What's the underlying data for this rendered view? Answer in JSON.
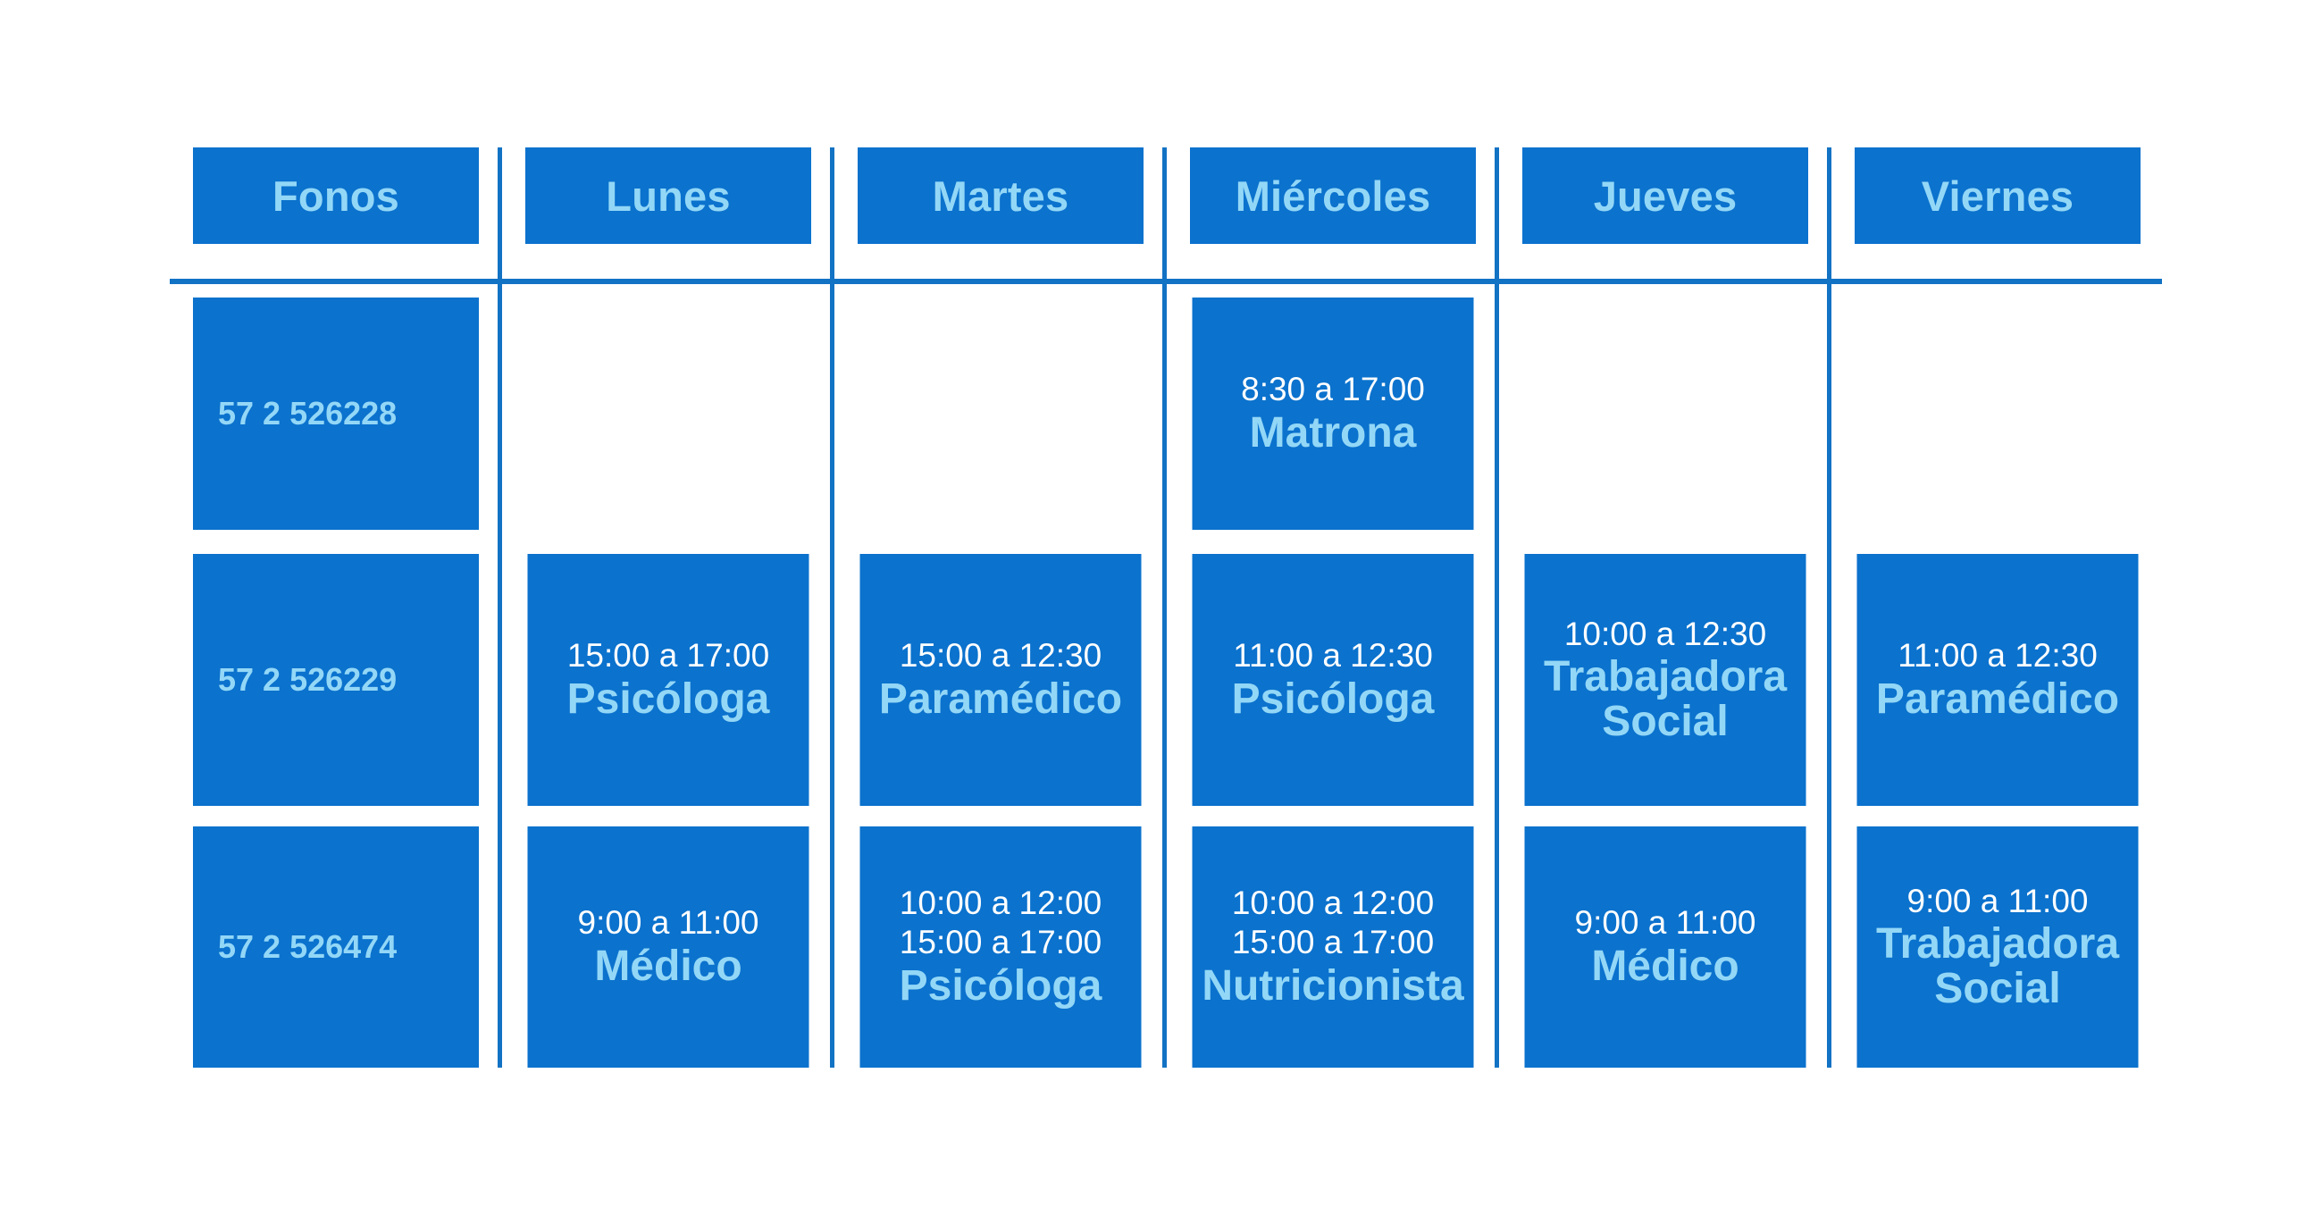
{
  "theme": {
    "page_background": "#ffffff",
    "chip_background": "#0b72cd",
    "accent_light": "#93d7f7",
    "rule_color": "#1272c4",
    "time_text_color": "#ffffff"
  },
  "table": {
    "columns": [
      {
        "key": "fonos",
        "header": "Fonos"
      },
      {
        "key": "lunes",
        "header": "Lunes"
      },
      {
        "key": "martes",
        "header": "Martes"
      },
      {
        "key": "miercoles",
        "header": "Miércoles"
      },
      {
        "key": "jueves",
        "header": "Jueves"
      },
      {
        "key": "viernes",
        "header": "Viernes"
      }
    ],
    "rows": [
      {
        "fonos": {
          "phone": "57 2 526228"
        },
        "lunes": {
          "empty": true
        },
        "martes": {
          "empty": true
        },
        "miercoles": {
          "time1": "8:30 a 17:00",
          "time2": "",
          "role": "Matrona"
        },
        "jueves": {
          "empty": true
        },
        "viernes": {
          "empty": true
        }
      },
      {
        "fonos": {
          "phone": "57 2 526229"
        },
        "lunes": {
          "time1": "15:00 a 17:00",
          "time2": "",
          "role": "Psicóloga"
        },
        "martes": {
          "time1": "15:00 a 12:30",
          "time2": "",
          "role": "Paramédico"
        },
        "miercoles": {
          "time1": "11:00 a 12:30",
          "time2": "",
          "role": "Psicóloga"
        },
        "jueves": {
          "time1": "10:00 a 12:30",
          "time2": "",
          "role": "Trabajadora Social"
        },
        "viernes": {
          "time1": "11:00 a 12:30",
          "time2": "",
          "role": "Paramédico"
        }
      },
      {
        "fonos": {
          "phone": "57 2 526474"
        },
        "lunes": {
          "time1": "9:00 a 11:00",
          "time2": "",
          "role": "Médico"
        },
        "martes": {
          "time1": "10:00 a 12:00",
          "time2": "15:00 a 17:00",
          "role": "Psicóloga"
        },
        "miercoles": {
          "time1": "10:00 a 12:00",
          "time2": "15:00 a 17:00",
          "role": "Nutricionista"
        },
        "jueves": {
          "time1": "9:00 a 11:00",
          "time2": "",
          "role": "Médico"
        },
        "viernes": {
          "time1": "9:00 a 11:00",
          "time2": "",
          "role": "Trabajadora Social"
        }
      }
    ]
  }
}
